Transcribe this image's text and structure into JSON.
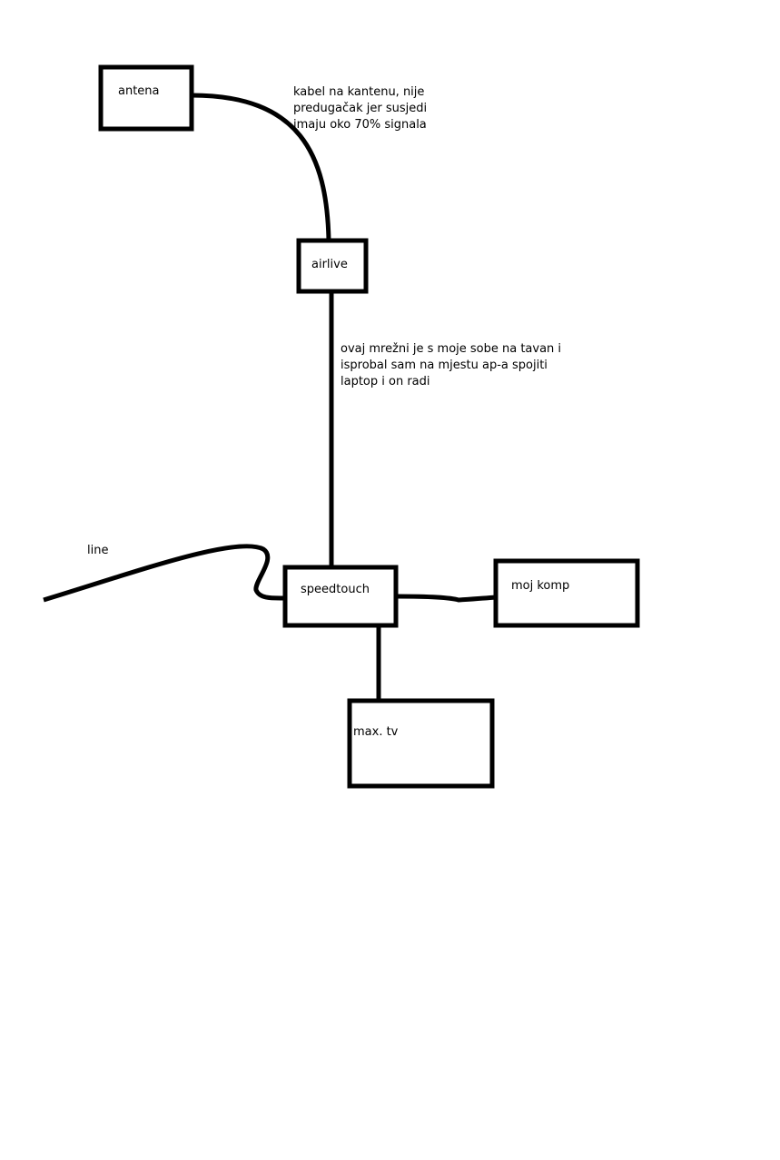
{
  "nodes": {
    "antena": "antena",
    "airlive": "airlive",
    "speedtouch": "speedtouch",
    "moj_komp": "moj komp",
    "max_tv": "max. tv"
  },
  "labels": {
    "line": "line"
  },
  "notes": {
    "antenna_cable": [
      "kabel na kantenu, nije",
      "predugačak jer susjedi",
      "imaju oko 70% signala"
    ],
    "network_cable": [
      "ovaj mrežni je s moje sobe na tavan i",
      "isprobal sam na mjestu ap-a spojiti",
      "laptop i on radi"
    ]
  },
  "colors": {
    "stroke": "#000000",
    "background": "#ffffff"
  }
}
